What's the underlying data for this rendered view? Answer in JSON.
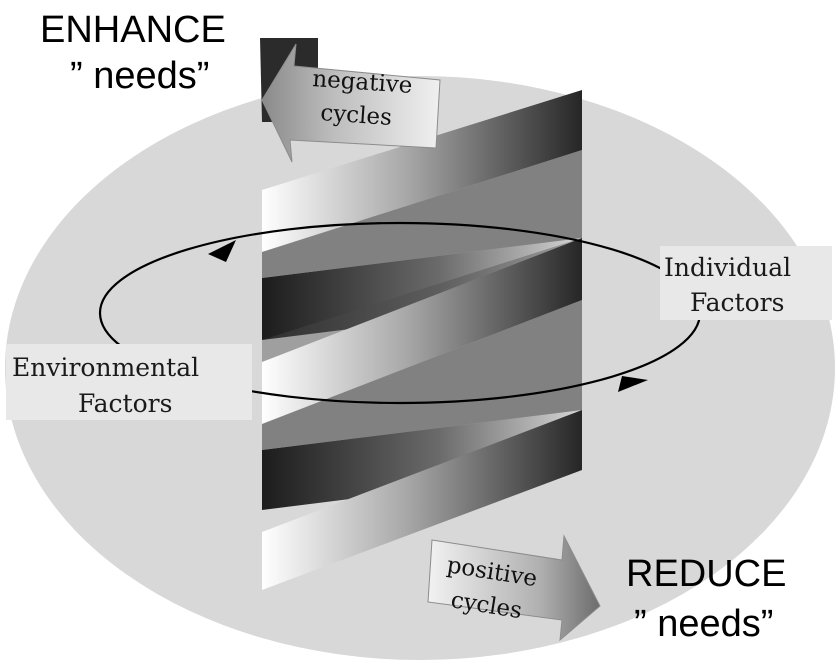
{
  "diagram": {
    "top_label": {
      "line1": "ENHANCE",
      "line2": "” needs”"
    },
    "bottom_label": {
      "line1": "REDUCE",
      "line2": "” needs”"
    },
    "negative_arrow": {
      "line1": "negative",
      "line2": "cycles"
    },
    "positive_arrow": {
      "line1": "positive",
      "line2": "cycles"
    },
    "right_factor": {
      "line1": "Individual",
      "line2": "Factors"
    },
    "left_factor": {
      "line1": "Environmental",
      "line2": "Factors"
    }
  },
  "colors": {
    "background_disc": "#d8d8d8",
    "band_light": "#ffffff",
    "band_dark": "#2a2a2a",
    "factor_box": "#e8e8e8"
  }
}
